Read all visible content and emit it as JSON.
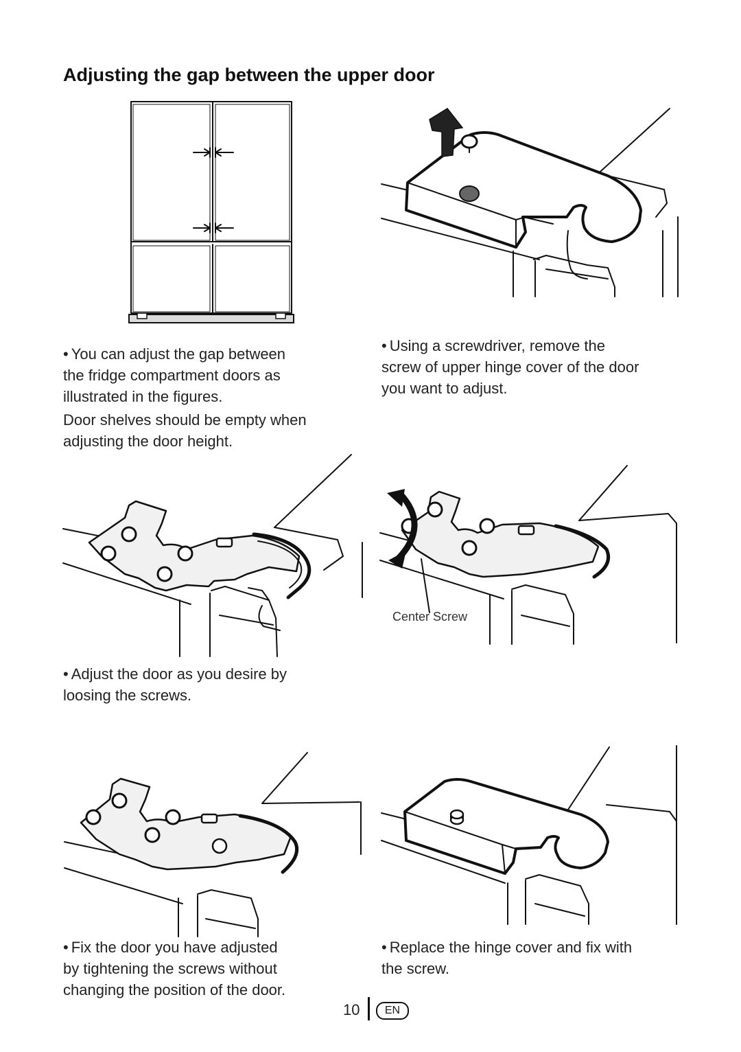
{
  "page": {
    "title": "Adjusting the gap between the upper door",
    "steps": [
      {
        "id": "step1",
        "text_lines": [
          "You can adjust the gap between",
          "the fridge compartment doors as",
          "illustrated in the figures."
        ],
        "note_lines": [
          "Door shelves should be empty when",
          "adjusting the door height."
        ]
      },
      {
        "id": "step2",
        "text_lines": [
          "Using a screwdriver, remove the",
          "screw of upper hinge cover of the door",
          "you want to adjust."
        ]
      },
      {
        "id": "step3",
        "text_lines": [
          "Adjust the door as you desire by",
          "loosing the screws."
        ]
      },
      {
        "id": "step4",
        "text_lines": [
          "Fix the door you have adjusted",
          "by tightening the screws without",
          "changing the position of the door."
        ]
      },
      {
        "id": "step5",
        "text_lines": [
          "Replace the hinge cover and fix with",
          "the screw."
        ]
      }
    ],
    "figure_label_center_screw": "Center Screw",
    "footer": {
      "page_number": "10",
      "language_badge": "EN"
    }
  }
}
